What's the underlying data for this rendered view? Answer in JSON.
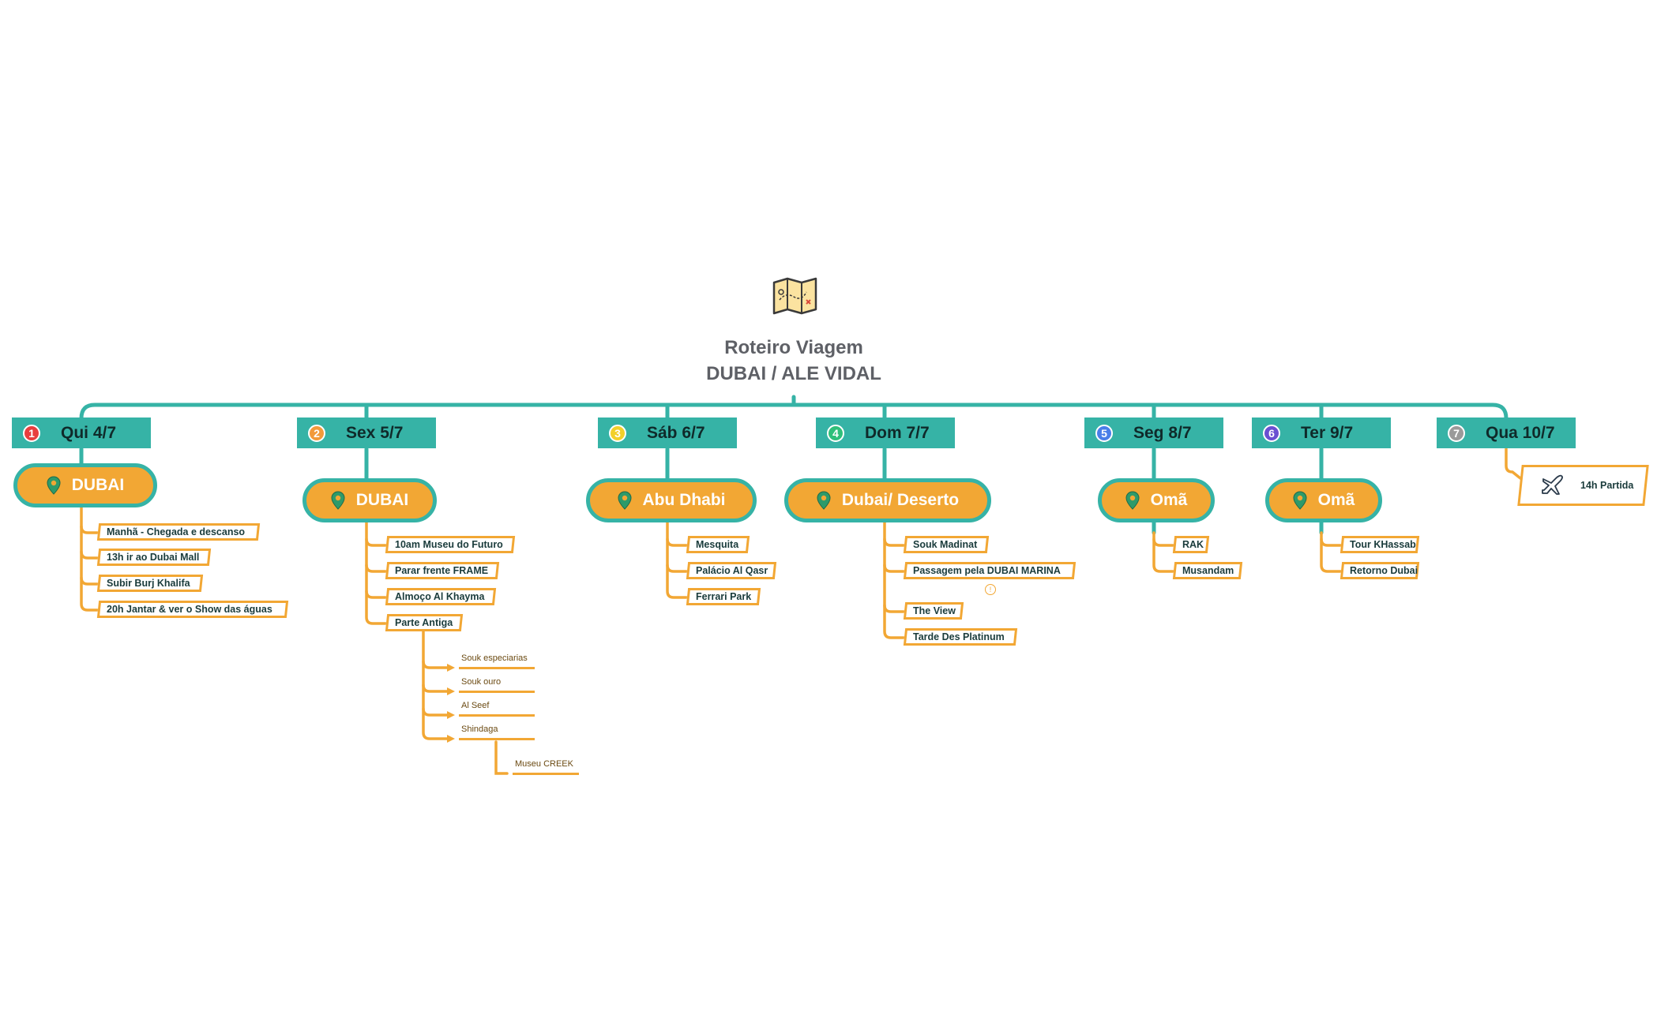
{
  "title": {
    "line1": "Roteiro Viagem",
    "line2": "DUBAI / ALE VIDAL"
  },
  "days": [
    {
      "num": "1",
      "label": "Qui 4/7",
      "color": "#e83e3e",
      "city": "DUBAI",
      "items": [
        "Manhã - Chegada e descanso",
        "13h ir ao Dubai Mall",
        "Subir Burj Khalifa",
        "20h Jantar & ver o Show das águas"
      ]
    },
    {
      "num": "2",
      "label": "Sex 5/7",
      "color": "#f29a3a",
      "city": "DUBAI",
      "items": [
        "10am Museu do Futuro",
        "Parar frente FRAME",
        "Almoço Al Khayma",
        "Parte Antiga"
      ],
      "subitems": [
        "Souk especiarias",
        "Souk ouro",
        "Al Seef",
        "Shindaga"
      ],
      "subsub": "Museu CREEK"
    },
    {
      "num": "3",
      "label": "Sáb 6/7",
      "color": "#f2d02a",
      "city": "Abu Dhabi",
      "items": [
        "Mesquita",
        "Palácio Al Qasr",
        "Ferrari Park"
      ]
    },
    {
      "num": "4",
      "label": "Dom  7/7",
      "color": "#2fbf7a",
      "city": "Dubai/ Deserto",
      "items": [
        "Souk Madinat",
        "Passagem pela DUBAI MARINA",
        "The View",
        "Tarde Des Platinum"
      ]
    },
    {
      "num": "5",
      "label": "Seg  8/7",
      "color": "#4a7ee8",
      "city": "Omã",
      "items": [
        "RAK",
        "Musandam"
      ]
    },
    {
      "num": "6",
      "label": "Ter 9/7",
      "color": "#6a4fd1",
      "city": "Omã",
      "items": [
        "Tour KHassab",
        "Retorno Dubai"
      ]
    },
    {
      "num": "7",
      "label": "Qua 10/7",
      "color": "#9a9a9a",
      "departure": "14h Partida"
    }
  ],
  "colors": {
    "teal": "#36b3a6",
    "orange": "#f2a734"
  },
  "icons": {
    "center": "treasure-map-icon",
    "city": "map-pin-icon",
    "departure": "airplane-icon",
    "note": "info-icon"
  }
}
